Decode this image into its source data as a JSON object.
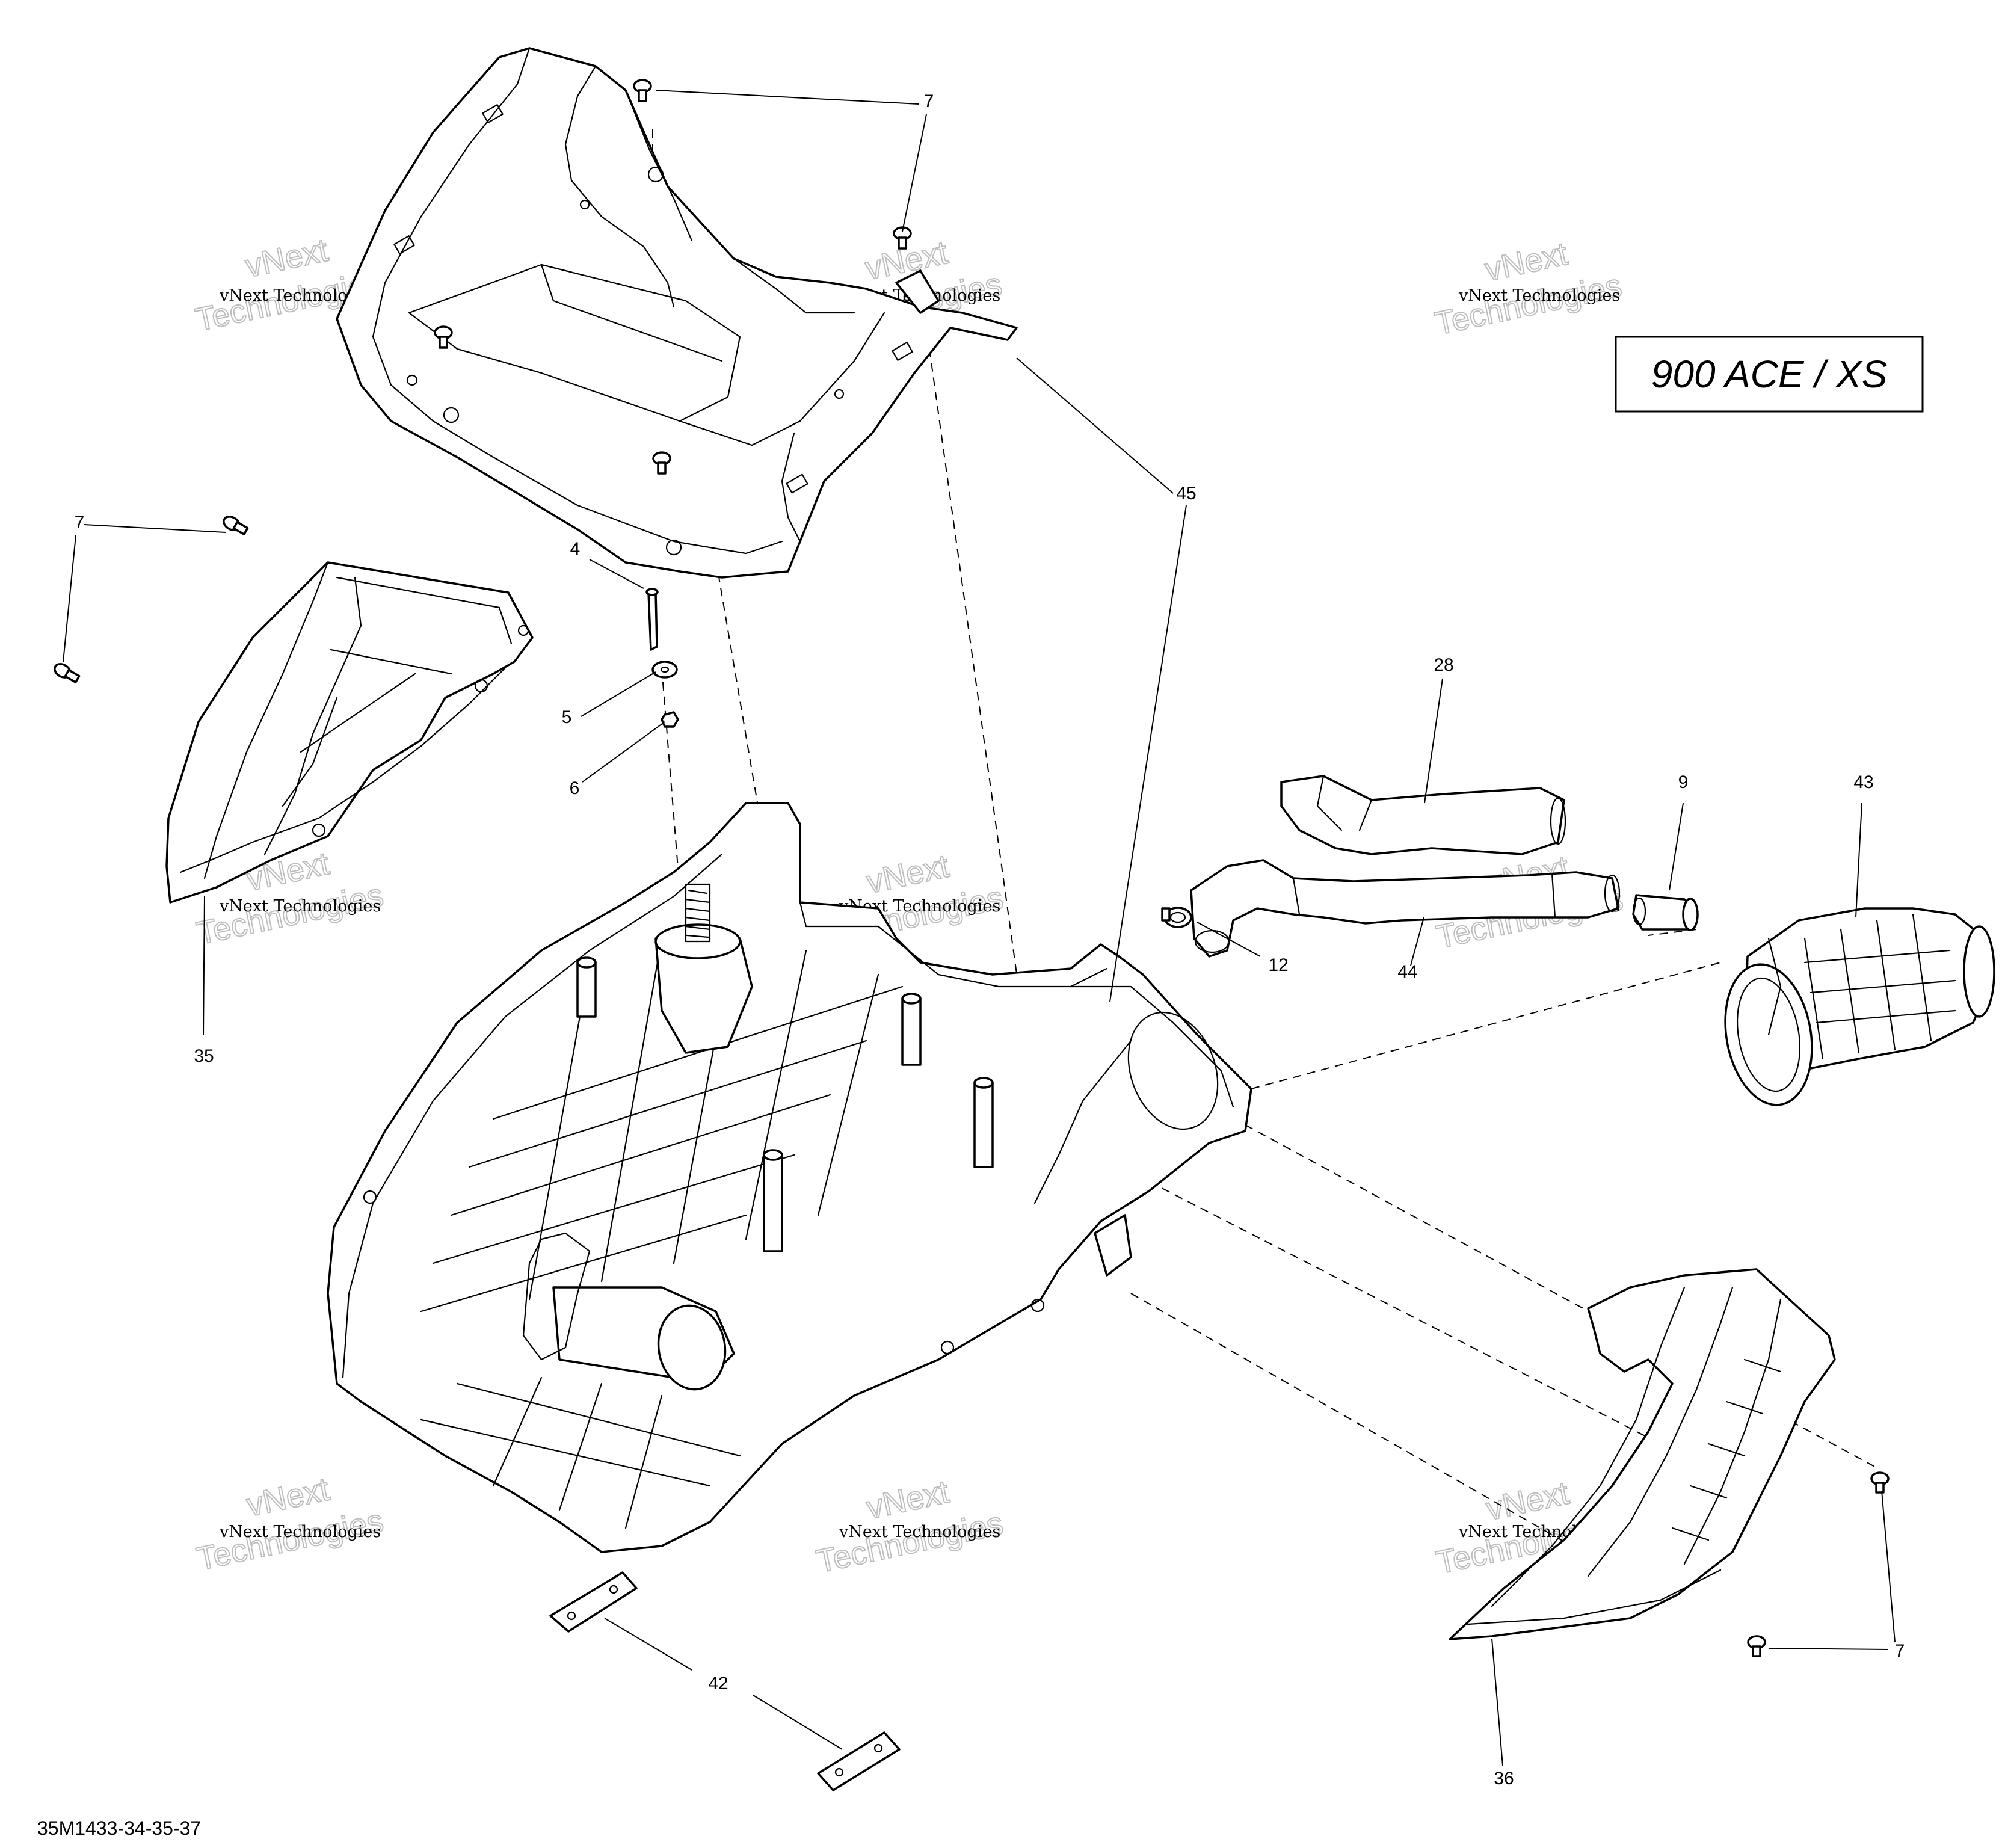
{
  "diagram": {
    "model_label": "900 ACE / XS",
    "reference_code": "35M1433-34-35-37",
    "watermark": {
      "line_small": "vNext Technologies",
      "line_big_1": "vNext",
      "line_big_2": "Technologies"
    },
    "callouts": {
      "c7_top": "7",
      "c7_left": "7",
      "c7_right": "7",
      "c45": "45",
      "c4": "4",
      "c5": "5",
      "c6": "6",
      "c35": "35",
      "c28": "28",
      "c9": "9",
      "c43": "43",
      "c12": "12",
      "c44": "44",
      "c42": "42",
      "c36": "36"
    }
  }
}
